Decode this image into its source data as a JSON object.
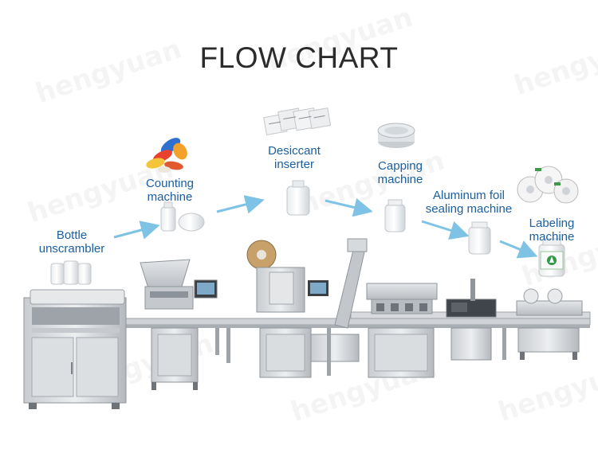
{
  "title": "FLOW CHART",
  "watermark": "hengyuan",
  "steps": [
    {
      "label_line1": "Bottle",
      "label_line2": "unscrambler"
    },
    {
      "label_line1": "Counting",
      "label_line2": "machine"
    },
    {
      "label_line1": "Desiccant",
      "label_line2": "inserter"
    },
    {
      "label_line1": "Capping",
      "label_line2": "machine"
    },
    {
      "label_line1": "Aluminum foil",
      "label_line2": "sealing machine"
    },
    {
      "label_line1": "Labeling",
      "label_line2": "machine"
    }
  ],
  "colors": {
    "label": "#1b5fa0",
    "arrow": "#7ec3e6",
    "title": "#2b2b2b",
    "machine_body": "#d3d5d8",
    "machine_shadow": "#9aa0a6"
  },
  "icons": [
    "pills-icon",
    "desiccant-packets-icon",
    "bottle-cap-icon",
    "label-rolls-icon",
    "bottle-icon",
    "flow-arrow-icon"
  ]
}
